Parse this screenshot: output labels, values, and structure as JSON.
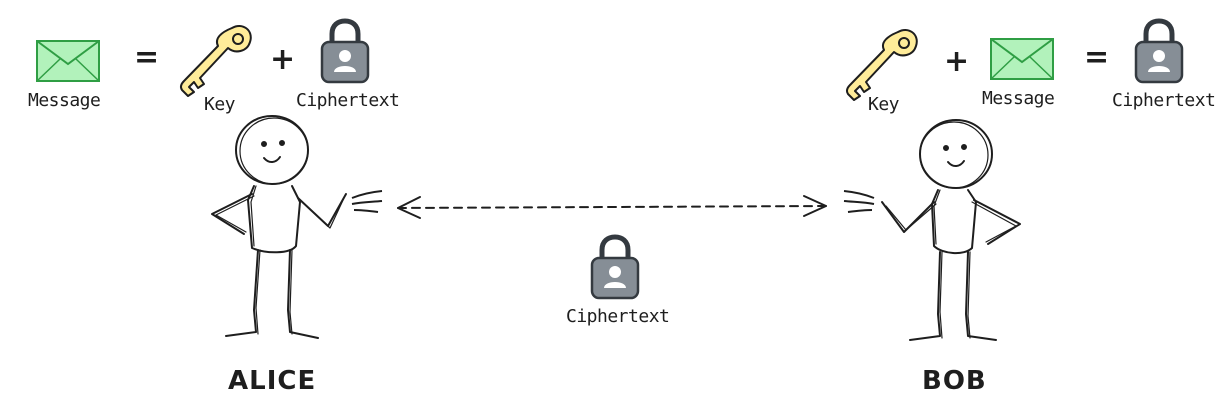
{
  "alice": {
    "name": "ALICE",
    "equation": {
      "message_label": "Message",
      "equals": "=",
      "key_label": "Key",
      "plus": "+",
      "ciphertext_label": "Ciphertext"
    }
  },
  "bob": {
    "name": "BOB",
    "equation": {
      "key_label": "Key",
      "plus": "+",
      "message_label": "Message",
      "equals": "=",
      "ciphertext_label": "Ciphertext"
    }
  },
  "channel": {
    "ciphertext_label": "Ciphertext"
  },
  "colors": {
    "envelope_fill": "#b2f2bb",
    "envelope_stroke": "#2f9e44",
    "key_fill": "#ffec99",
    "key_stroke": "#1e1e1e",
    "lock_fill": "#868e96",
    "lock_stroke": "#343a40",
    "ink": "#1e1e1e"
  }
}
